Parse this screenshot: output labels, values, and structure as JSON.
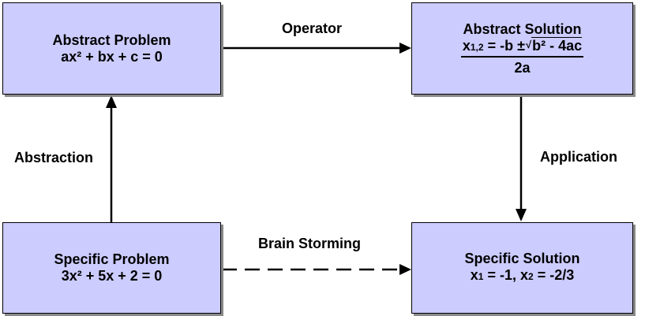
{
  "abstract_problem": {
    "title": "Abstract Problem",
    "equation": "ax² + bx + c = 0"
  },
  "abstract_solution": {
    "title": "Abstract Solution",
    "var": "x",
    "var_sub": "1,2",
    "numerator_pre": " = -b ",
    "plus_minus": "±",
    "radical": "√",
    "radicand": "b² - 4ac",
    "denominator": "2a"
  },
  "specific_problem": {
    "title": "Specific Problem",
    "equation": "3x² + 5x + 2 = 0"
  },
  "specific_solution": {
    "title": "Specific Solution",
    "x1_var": "x",
    "x1_sub": "1",
    "x1_rest": " = -1, ",
    "x2_var": "x",
    "x2_sub": "2",
    "x2_rest": " = -2/3"
  },
  "edges": {
    "operator": "Operator",
    "abstraction": "Abstraction",
    "application": "Application",
    "brain_storming": "Brain Storming"
  },
  "colors": {
    "box_fill": "#ccccff",
    "box_shadow": "#8a8a8a",
    "line": "#000000"
  }
}
